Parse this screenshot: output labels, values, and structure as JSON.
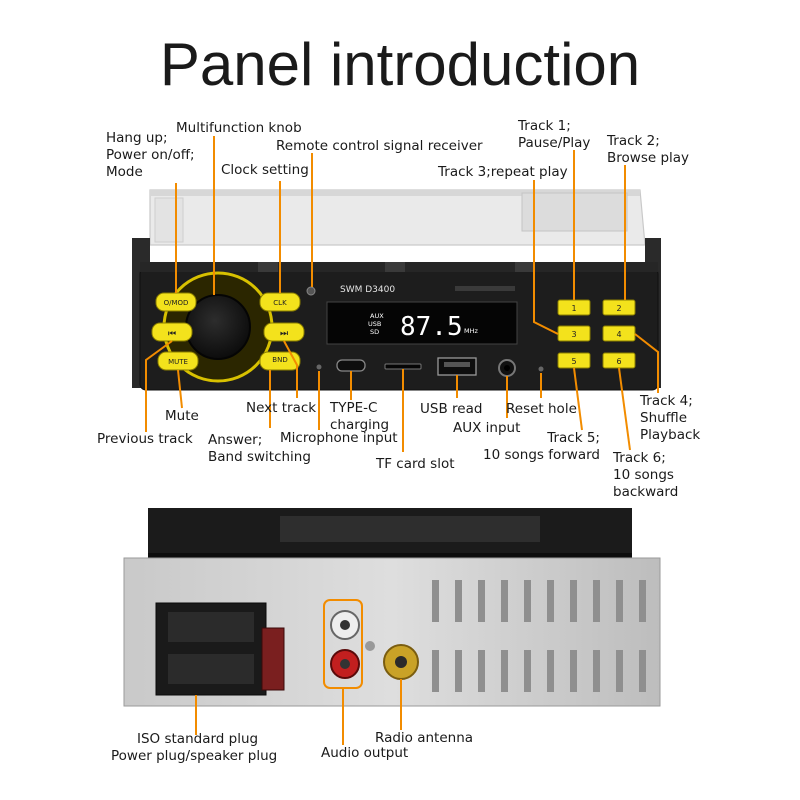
{
  "title": "Panel introduction",
  "device": {
    "model": "SWM  D3400",
    "display_modes": [
      "AUX",
      "USB",
      "SD"
    ],
    "frequency": "87.5",
    "unit": "MHz"
  },
  "buttons": {
    "mode": "O/MOD",
    "clock": "CLK",
    "prev": "⏮",
    "next": "⏭",
    "mute": "MUTE",
    "band": "BND",
    "presets": [
      "1",
      "2",
      "3",
      "4",
      "5",
      "6"
    ]
  },
  "labels": {
    "hangup": [
      "Hang up;",
      "Power on/off;",
      "Mode"
    ],
    "knob": "Multifunction knob",
    "clock": "Clock setting",
    "remote": "Remote control signal receiver",
    "track1": [
      "Track 1;",
      "Pause/Play"
    ],
    "track2": [
      "Track 2;",
      "Browse play"
    ],
    "track3": "Track 3;repeat play",
    "track4": [
      "Track 4;",
      "Shuffle",
      "Playback"
    ],
    "track5": [
      "Track 5;",
      "10 songs forward"
    ],
    "track6": [
      "Track 6;",
      "10 songs",
      "backward"
    ],
    "mute": "Mute",
    "previous": "Previous track",
    "next": "Next track",
    "answer": [
      "Answer;",
      "Band switching"
    ],
    "typec": [
      "TYPE-C",
      "charging"
    ],
    "mic": "Microphone input",
    "tf": "TF card slot",
    "usb": "USB read",
    "aux": "AUX input",
    "reset": "Reset hole",
    "iso": [
      "ISO standard plug",
      "Power plug/speaker plug"
    ],
    "audio": "Audio output",
    "antenna": "Radio antenna"
  },
  "colors": {
    "accent": "#f28c00",
    "button_yellow": "#f3e21c",
    "button_glow": "#e8c800",
    "display_text": "#ffffff",
    "panel": "#1e1e1e"
  }
}
